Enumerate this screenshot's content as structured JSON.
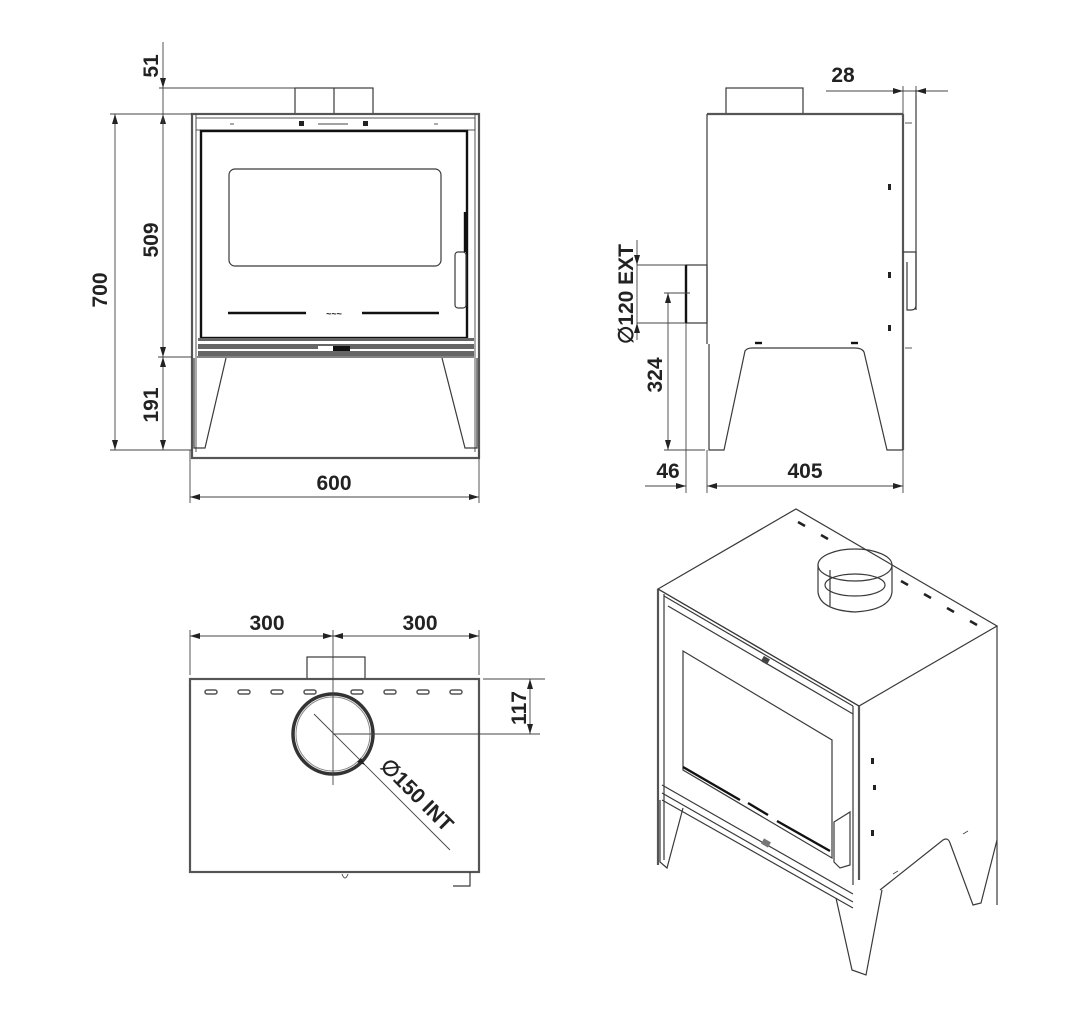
{
  "drawing": {
    "subject": "Wood stove technical drawing",
    "units": "mm",
    "views": {
      "front": {
        "dimensions": {
          "flue_offset_top": "51",
          "total_height": "700",
          "body_height": "509",
          "leg_height": "191",
          "width": "600"
        }
      },
      "side": {
        "dimensions": {
          "door_depth": "28",
          "rear_outlet_diameter": "∅120 EXT",
          "rear_outlet_height": "324",
          "rear_outlet_protrusion": "46",
          "depth": "405"
        }
      },
      "top": {
        "dimensions": {
          "left_to_center": "300",
          "center_to_right": "300",
          "flue_from_back": "117",
          "flue_diameter": "∅150 INT"
        }
      },
      "isometric": {
        "label": ""
      }
    }
  },
  "colors": {
    "line": "#3a3a3a",
    "text": "#222222",
    "background": "#ffffff"
  }
}
